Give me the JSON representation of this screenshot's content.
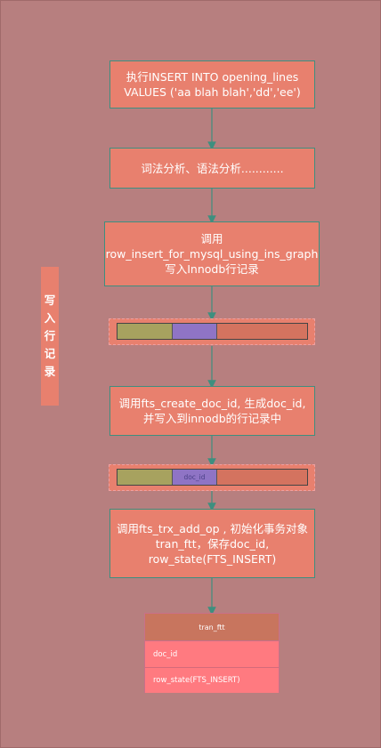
{
  "steps": [
    {
      "lines": [
        "执行INSERT INTO opening_lines",
        "VALUES ('aa blah blah','dd','ee')"
      ]
    },
    {
      "lines": [
        "词法分析、语法分析............"
      ]
    },
    {
      "lines": [
        "调用",
        "row_insert_for_mysql_using_ins_graph",
        "写入Innodb行记录"
      ]
    },
    {
      "lines": [
        "调用fts_create_doc_id, 生成doc_id,",
        "并写入到innodb的行记录中"
      ]
    },
    {
      "lines": [
        "调用fts_trx_add_op , 初始化事务对象",
        "tran_ftt，保存doc_id,",
        "row_state(FTS_INSERT)"
      ]
    }
  ],
  "side_label": [
    "写",
    "入",
    "行",
    "记",
    "录"
  ],
  "record_2_middle_label": "doc_id",
  "table": {
    "title": "tran_ftt",
    "rows": [
      "doc_id",
      "row_state(FTS_INSERT)"
    ]
  },
  "colors": {
    "background": "#b77f7f",
    "box": "#e8806e",
    "box_border": "#3e8f7f",
    "arrow": "#3e8f7f",
    "seg_olive": "#a7a25f",
    "seg_purple": "#8f74c5",
    "seg_salmon": "#d4735f",
    "table_header": "#c8755e",
    "table_row": "#ff7a80"
  }
}
